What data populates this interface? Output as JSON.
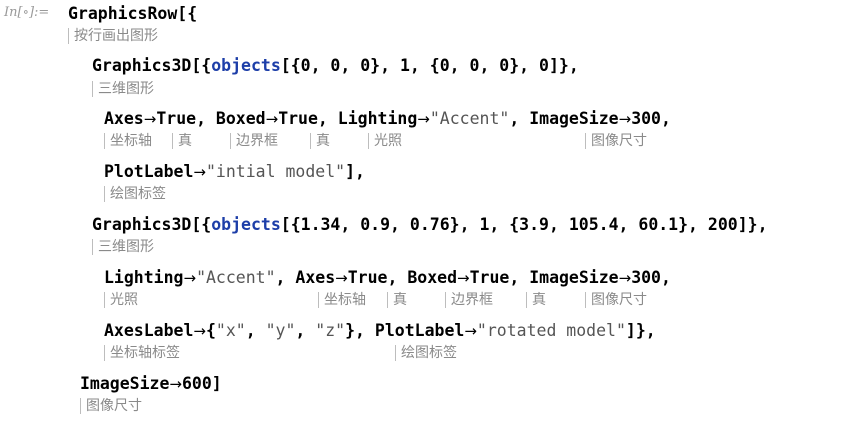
{
  "cell": {
    "in_label": "In[∘]:="
  },
  "code": {
    "l1": "GraphicsRow[{",
    "l2_a": "Graphics3D[{",
    "l2_fn": "objects",
    "l2_b": "[{0, 0, 0}, 1, {0, 0, 0}, 0]},",
    "l3_a": "Axes",
    "l3_b": "True, Boxed",
    "l3_c": "True, Lighting",
    "l3_str": "\"Accent\"",
    "l3_d": ", ImageSize",
    "l3_e": "300,",
    "l4_a": "PlotLabel",
    "l4_str": "\"intial model\"",
    "l4_b": "],",
    "l5_a": "Graphics3D[{",
    "l5_fn": "objects",
    "l5_b": "[{1.34, 0.9, 0.76}, 1, {3.9, 105.4, 60.1}, 200]},",
    "l6_a": "Lighting",
    "l6_str": "\"Accent\"",
    "l6_b": ", Axes",
    "l6_c": "True, Boxed",
    "l6_d": "True, ImageSize",
    "l6_e": "300,",
    "l7_a": "AxesLabel",
    "l7_b": "{",
    "l7_s1": "\"x\"",
    "l7_c": ", ",
    "l7_s2": "\"y\"",
    "l7_d": ", ",
    "l7_s3": "\"z\"",
    "l7_e": "}, PlotLabel",
    "l7_s4": "\"rotated model\"",
    "l7_f": "]},",
    "l8_a": "ImageSize",
    "l8_b": "600]",
    "arrow": "→"
  },
  "annotations": {
    "a1": "按行画出图形",
    "a2": "三维图形",
    "a3_axes": "坐标轴",
    "a3_true1": "真",
    "a3_boxed": "边界框",
    "a3_true2": "真",
    "a3_light": "光照",
    "a3_size": "图像尺寸",
    "a4": "绘图标签",
    "a5": "三维图形",
    "a6_light": "光照",
    "a6_axes": "坐标轴",
    "a6_true1": "真",
    "a6_boxed": "边界框",
    "a6_true2": "真",
    "a6_size": "图像尺寸",
    "a7_axeslabel": "坐标轴标签",
    "a7_plotlabel": "绘图标签",
    "a8": "图像尺寸"
  }
}
